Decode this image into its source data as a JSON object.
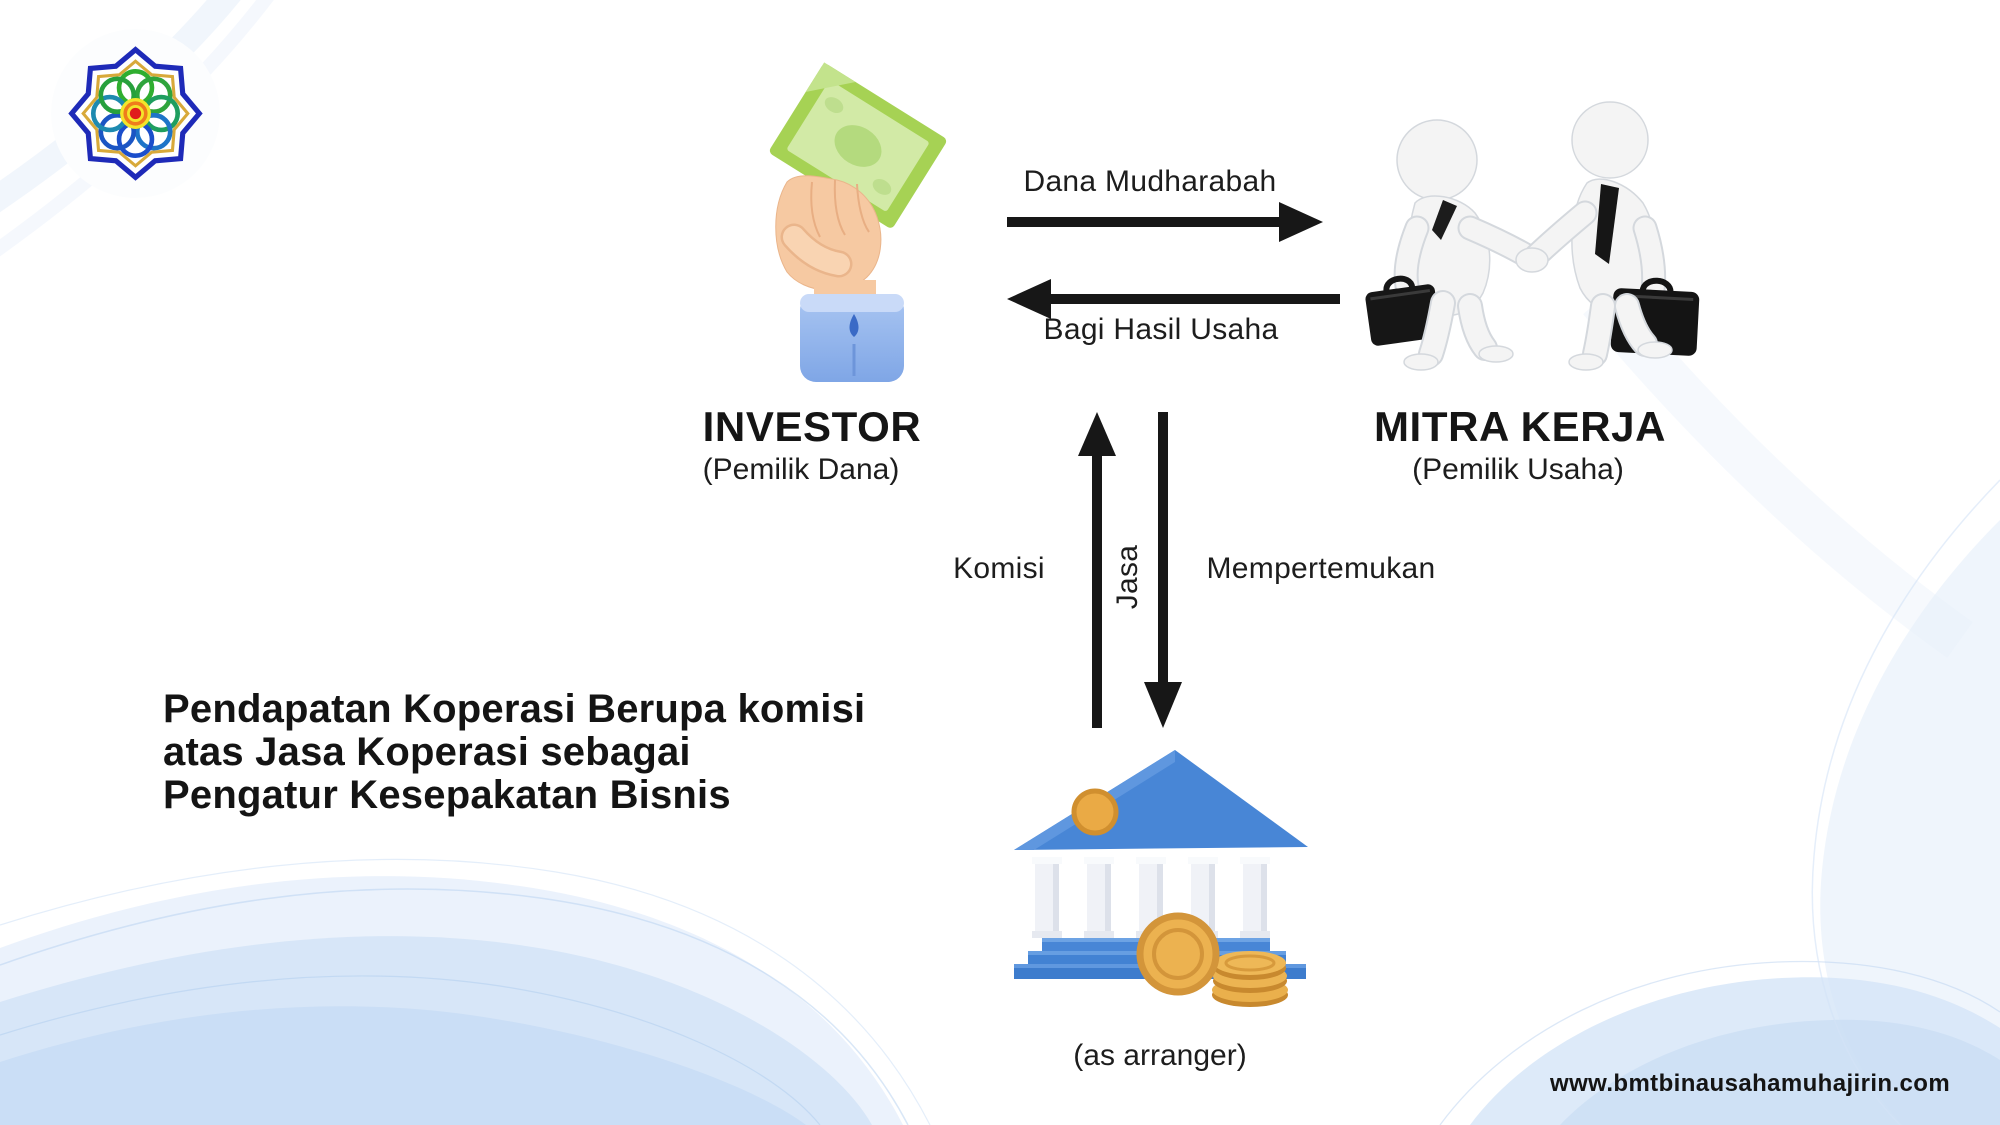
{
  "entities": {
    "investor": {
      "title": "INVESTOR",
      "subtitle": "(Pemilik Dana)"
    },
    "mitra_kerja": {
      "title": "MITRA KERJA",
      "subtitle": "(Pemilik Usaha)"
    },
    "koperasi": {
      "subtitle": "(as arranger)"
    }
  },
  "flows": {
    "dana_mudharabah": "Dana Mudharabah",
    "bagi_hasil_usaha": "Bagi Hasil Usaha",
    "komisi": "Komisi",
    "jasa": "Jasa",
    "mempertemukan": "Mempertemukan"
  },
  "note": {
    "line1": "Pendapatan Koperasi Berupa komisi",
    "line2": "atas Jasa Koperasi sebagai",
    "line3": "Pengatur Kesepakatan Bisnis"
  },
  "footer": {
    "website": "www.bmtbinausahamuhajirin.com"
  },
  "colors": {
    "arrow": "#171717",
    "text": "#1c1c1c",
    "wave_blue": "#cfe2f7",
    "bank_blue": "#4886d6",
    "coin_gold": "#eab04c",
    "money_green": "#a6d254",
    "hand_skin": "#f6c9a2",
    "sleeve_blue": "#8fb4ea",
    "logo_outline_blue": "#1e2ab8",
    "logo_gold": "#d8a93a"
  }
}
